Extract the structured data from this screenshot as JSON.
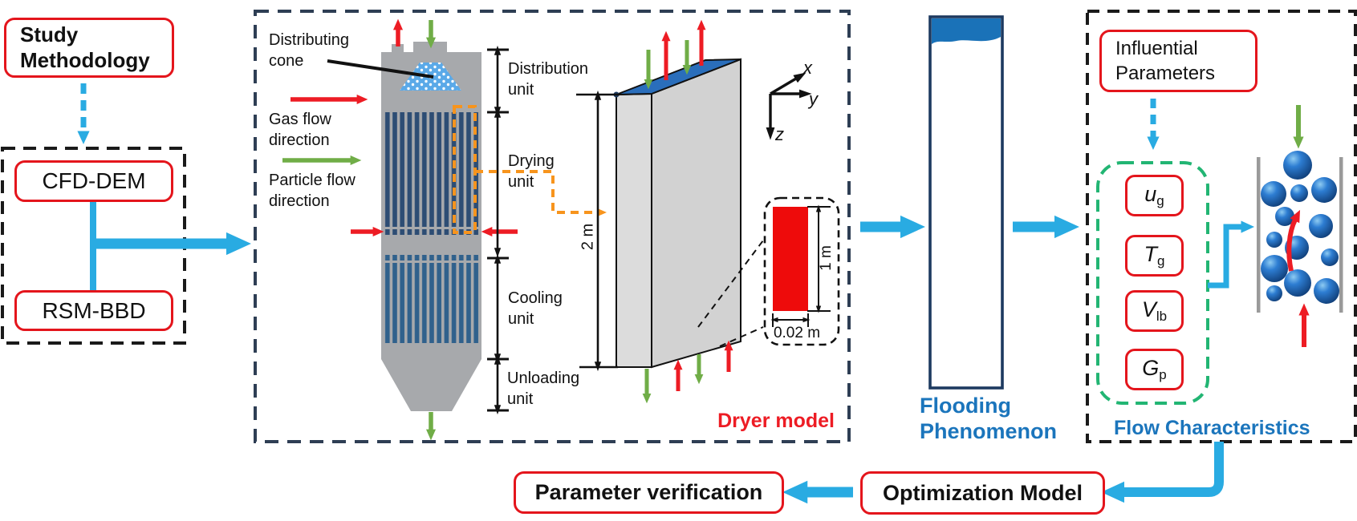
{
  "left_flow": {
    "study_methodology": "Study Methodology",
    "cfd_dem": "CFD-DEM",
    "rsm_bbd": "RSM-BBD"
  },
  "dryer": {
    "box_label": "Dryer model",
    "cone_label": "Distributing cone",
    "gas_label": "Gas flow direction",
    "particle_label": "Particle flow direction",
    "units": [
      "Distribution unit",
      "Drying unit",
      "Cooling unit",
      "Unloading unit"
    ],
    "dim_height": "2 m",
    "inset": {
      "height": "1 m",
      "thickness": "0.02 m"
    },
    "axes": {
      "x": "x",
      "y": "y",
      "z": "z"
    }
  },
  "flooding": {
    "label": "Flooding Phenomenon"
  },
  "right_flow": {
    "title": "Influential Parameters",
    "params": [
      {
        "sym": "u",
        "sub": "g"
      },
      {
        "sym": "T",
        "sub": "g"
      },
      {
        "sym": "V",
        "sub": "lb"
      },
      {
        "sym": "G",
        "sub": "p"
      }
    ],
    "flow_label": "Flow Characteristics"
  },
  "bottom_flow": {
    "optimization": "Optimization Model",
    "verification": "Parameter verification"
  },
  "colors": {
    "accent_blue": "#29abe2",
    "box_red": "#e4151c",
    "arrow_red": "#ed1c24",
    "text_blue": "#1b75bc",
    "arrow_green": "#70ad47",
    "dashed_green": "#22b573",
    "orange": "#f7941d",
    "navy": "#1d3a60"
  }
}
